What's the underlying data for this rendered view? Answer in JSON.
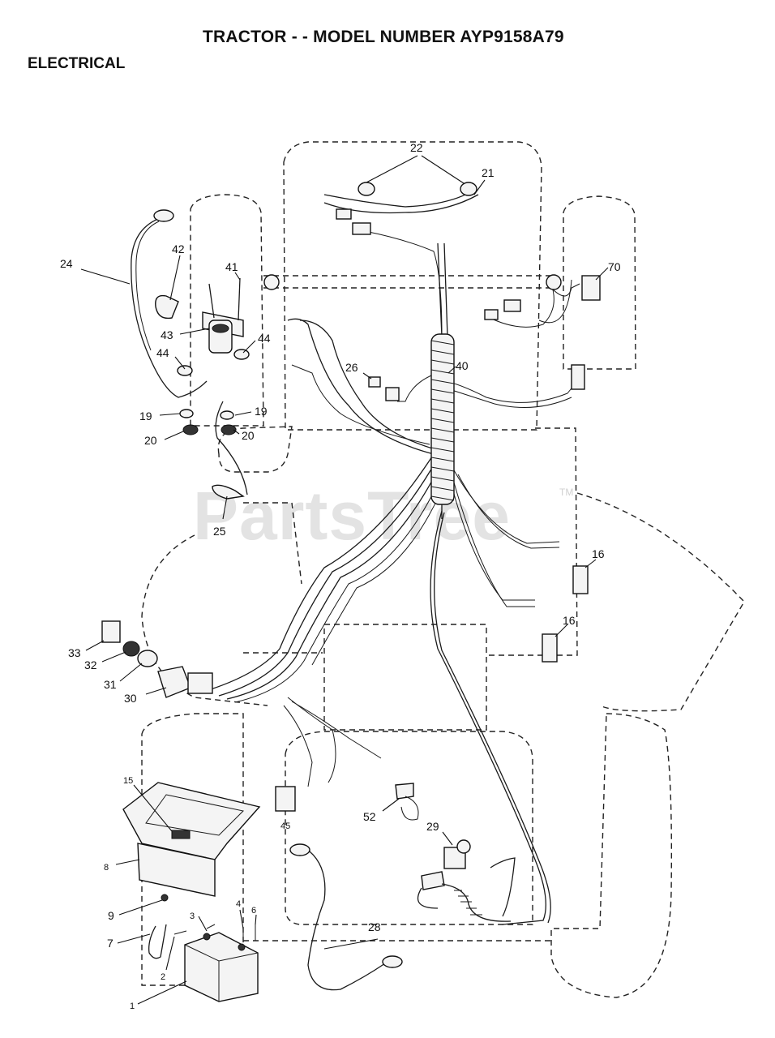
{
  "header": {
    "title": "TRACTOR - - MODEL NUMBER AYP9158A79",
    "section": "ELECTRICAL"
  },
  "watermark": {
    "text": "PartsTree",
    "trademark": "TM"
  },
  "callouts": {
    "c1": "1",
    "c2": "2",
    "c3": "3",
    "c4": "4",
    "c6": "6",
    "c7": "7",
    "c8": "8",
    "c9": "9",
    "c15": "15",
    "c16a": "16",
    "c16b": "16",
    "c19a": "19",
    "c19b": "19",
    "c20a": "20",
    "c20b": "20",
    "c21": "21",
    "c22": "22",
    "c24": "24",
    "c25": "25",
    "c26": "26",
    "c28": "28",
    "c29": "29",
    "c30": "30",
    "c31": "31",
    "c32": "32",
    "c33": "33",
    "c40": "40",
    "c41": "41",
    "c42": "42",
    "c43": "43",
    "c44a": "44",
    "c44b": "44",
    "c45": "45",
    "c52": "52",
    "c70": "70"
  }
}
